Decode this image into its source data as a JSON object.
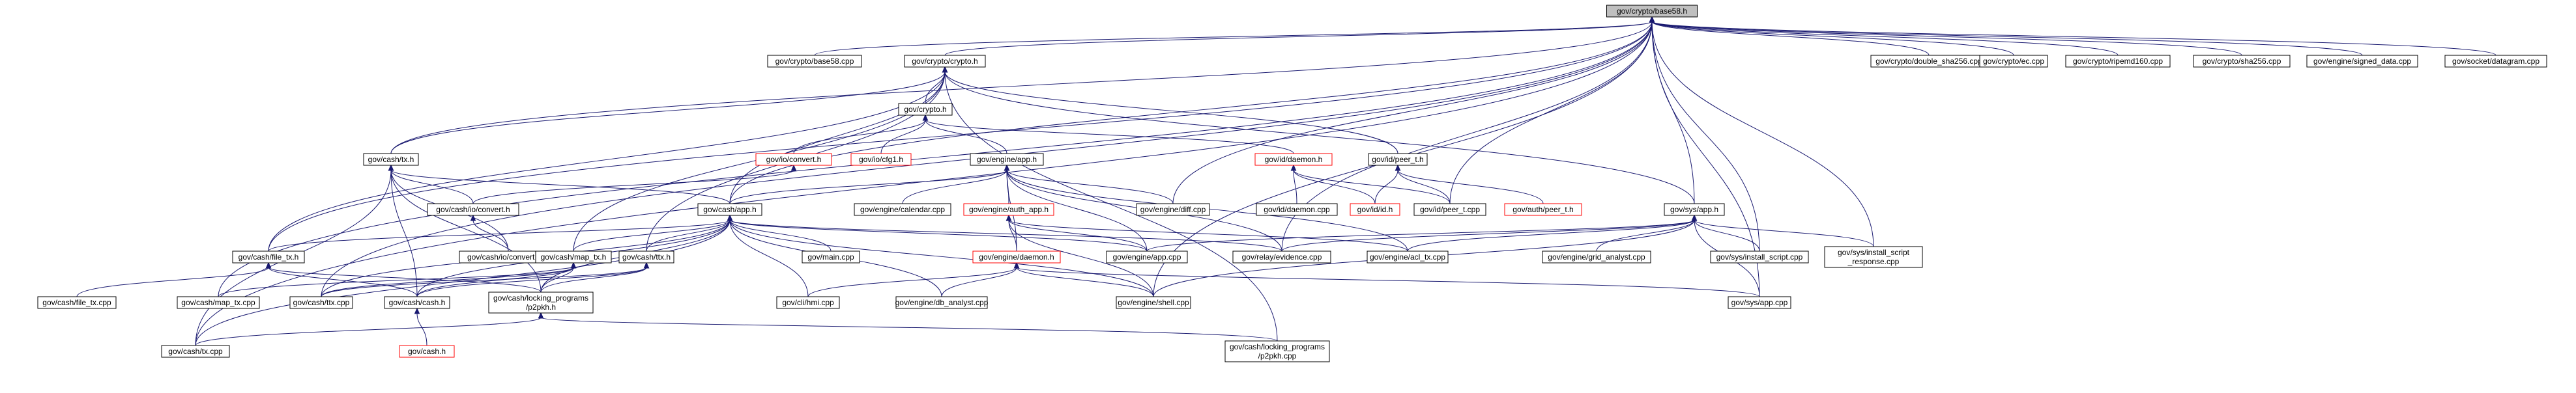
{
  "colors": {
    "edge": "#191970",
    "node_border": "#000000",
    "missing_border": "#ff0000",
    "root_fill": "#bfbfbf",
    "node_fill": "#ffffff"
  },
  "nodes": [
    {
      "id": "root",
      "label": "gov/crypto/base58.h",
      "root": true
    },
    {
      "id": "b58cpp",
      "label": "gov/crypto/base58.cpp"
    },
    {
      "id": "crypto_h",
      "label": "gov/crypto/crypto.h"
    },
    {
      "id": "dsha",
      "label": "gov/crypto/double_sha256.cpp"
    },
    {
      "id": "ec",
      "label": "gov/crypto/ec.cpp"
    },
    {
      "id": "ripemd",
      "label": "gov/crypto/ripemd160.cpp"
    },
    {
      "id": "sha256",
      "label": "gov/crypto/sha256.cpp"
    },
    {
      "id": "signed",
      "label": "gov/engine/signed_data.cpp"
    },
    {
      "id": "dgram",
      "label": "gov/socket/datagram.cpp"
    },
    {
      "id": "crypto2",
      "label": "gov/crypto.h"
    },
    {
      "id": "io_convert",
      "label": "gov/io/convert.h",
      "missing": true
    },
    {
      "id": "io_cfg1",
      "label": "gov/io/cfg1.h",
      "missing": true
    },
    {
      "id": "eng_app",
      "label": "gov/engine/app.h"
    },
    {
      "id": "id_daemon",
      "label": "gov/id/daemon.h",
      "missing": true
    },
    {
      "id": "peer_t",
      "label": "gov/id/peer_t.h"
    },
    {
      "id": "cash_tx_h",
      "label": "gov/cash/tx.h"
    },
    {
      "id": "cash_io_conv",
      "label": "gov/cash/io/convert.h"
    },
    {
      "id": "cash_app",
      "label": "gov/cash/app.h"
    },
    {
      "id": "calendar",
      "label": "gov/engine/calendar.cpp"
    },
    {
      "id": "auth_app",
      "label": "gov/engine/auth_app.h",
      "missing": true
    },
    {
      "id": "diff",
      "label": "gov/engine/diff.cpp"
    },
    {
      "id": "id_daemon_cpp",
      "label": "gov/id/daemon.cpp"
    },
    {
      "id": "id_id",
      "label": "gov/id/id.h",
      "missing": true
    },
    {
      "id": "peer_t_cpp",
      "label": "gov/id/peer_t.cpp"
    },
    {
      "id": "auth_peer",
      "label": "gov/auth/peer_t.h",
      "missing": true
    },
    {
      "id": "sys_app",
      "label": "gov/sys/app.h"
    },
    {
      "id": "file_tx_h",
      "label": "gov/cash/file_tx.h"
    },
    {
      "id": "cash_io_conv_cpp",
      "label": "gov/cash/io/convert.cpp"
    },
    {
      "id": "map_tx_h",
      "label": "gov/cash/map_tx.h"
    },
    {
      "id": "ttx_h",
      "label": "gov/cash/ttx.h"
    },
    {
      "id": "main_cpp",
      "label": "gov/main.cpp"
    },
    {
      "id": "eng_daemon",
      "label": "gov/engine/daemon.h",
      "missing": true
    },
    {
      "id": "eng_app_cpp",
      "label": "gov/engine/app.cpp"
    },
    {
      "id": "relay",
      "label": "gov/relay/evidence.cpp"
    },
    {
      "id": "acl",
      "label": "gov/engine/acl_tx.cpp"
    },
    {
      "id": "grid",
      "label": "gov/engine/grid_analyst.cpp"
    },
    {
      "id": "install",
      "label": "gov/sys/install_script.cpp"
    },
    {
      "id": "install_resp",
      "label": "gov/sys/install_script _response.cpp"
    },
    {
      "id": "file_tx_cpp",
      "label": "gov/cash/file_tx.cpp"
    },
    {
      "id": "map_tx_cpp",
      "label": "gov/cash/map_tx.cpp"
    },
    {
      "id": "ttx_cpp",
      "label": "gov/cash/ttx.cpp"
    },
    {
      "id": "cash_h",
      "label": "gov/cash/cash.h"
    },
    {
      "id": "p2pkh_h",
      "label": "gov/cash/locking_programs /p2pkh.h"
    },
    {
      "id": "cli",
      "label": "gov/cli/hmi.cpp"
    },
    {
      "id": "db_analyst",
      "label": "gov/engine/db_analyst.cpp"
    },
    {
      "id": "shell",
      "label": "gov/engine/shell.cpp"
    },
    {
      "id": "sys_app_cpp",
      "label": "gov/sys/app.cpp"
    },
    {
      "id": "cash_tx_cpp",
      "label": "gov/cash/tx.cpp"
    },
    {
      "id": "p2pkh_cpp",
      "label": "gov/cash/locking_programs /p2pkh.cpp"
    },
    {
      "id": "gov_cash_h",
      "label": "gov/cash.h",
      "missing": true
    }
  ],
  "edges": [
    [
      "root",
      "b58cpp"
    ],
    [
      "root",
      "crypto_h"
    ],
    [
      "root",
      "dsha"
    ],
    [
      "root",
      "ec"
    ],
    [
      "root",
      "ripemd"
    ],
    [
      "root",
      "sha256"
    ],
    [
      "root",
      "signed"
    ],
    [
      "root",
      "dgram"
    ],
    [
      "root",
      "cash_tx_h"
    ],
    [
      "root",
      "cash_app"
    ],
    [
      "root",
      "file_tx_h"
    ],
    [
      "root",
      "ttx_cpp"
    ],
    [
      "root",
      "map_tx_cpp"
    ],
    [
      "root",
      "cash_tx_cpp"
    ],
    [
      "root",
      "diff"
    ],
    [
      "root",
      "peer_t_cpp"
    ],
    [
      "root",
      "sys_app"
    ],
    [
      "root",
      "install"
    ],
    [
      "root",
      "install_resp"
    ],
    [
      "root",
      "sys_app_cpp"
    ],
    [
      "root",
      "shell"
    ],
    [
      "root",
      "relay"
    ],
    [
      "crypto_h",
      "crypto2"
    ],
    [
      "crypto_h",
      "peer_t"
    ],
    [
      "crypto_h",
      "cash_tx_h"
    ],
    [
      "crypto_h",
      "cash_app"
    ],
    [
      "crypto_h",
      "file_tx_h"
    ],
    [
      "crypto_h",
      "map_tx_h"
    ],
    [
      "crypto_h",
      "ttx_h"
    ],
    [
      "crypto_h",
      "sys_app"
    ],
    [
      "crypto_h",
      "p2pkh_cpp"
    ],
    [
      "crypto2",
      "io_convert"
    ],
    [
      "crypto2",
      "io_cfg1"
    ],
    [
      "crypto2",
      "eng_app"
    ],
    [
      "crypto2",
      "id_daemon"
    ],
    [
      "io_convert",
      "cash_io_conv"
    ],
    [
      "eng_app",
      "cash_app"
    ],
    [
      "eng_app",
      "calendar"
    ],
    [
      "eng_app",
      "auth_app"
    ],
    [
      "eng_app",
      "diff"
    ],
    [
      "eng_app",
      "eng_daemon"
    ],
    [
      "eng_app",
      "eng_app_cpp"
    ],
    [
      "eng_app",
      "relay"
    ],
    [
      "eng_app",
      "acl"
    ],
    [
      "id_daemon",
      "id_daemon_cpp"
    ],
    [
      "id_daemon",
      "id_id"
    ],
    [
      "id_daemon",
      "peer_t_cpp"
    ],
    [
      "peer_t",
      "id_id"
    ],
    [
      "peer_t",
      "peer_t_cpp"
    ],
    [
      "peer_t",
      "auth_peer"
    ],
    [
      "cash_tx_h",
      "cash_io_conv"
    ],
    [
      "cash_tx_h",
      "cash_io_conv_cpp"
    ],
    [
      "cash_tx_h",
      "cash_app"
    ],
    [
      "cash_tx_h",
      "cash_h"
    ],
    [
      "cash_tx_h",
      "p2pkh_h"
    ],
    [
      "cash_tx_h",
      "cash_tx_cpp"
    ],
    [
      "cash_io_conv",
      "cash_io_conv_cpp"
    ],
    [
      "cash_app",
      "file_tx_h"
    ],
    [
      "cash_app",
      "map_tx_h"
    ],
    [
      "cash_app",
      "ttx_h"
    ],
    [
      "cash_app",
      "main_cpp"
    ],
    [
      "cash_app",
      "eng_app_cpp"
    ],
    [
      "cash_app",
      "cli"
    ],
    [
      "cash_app",
      "db_analyst"
    ],
    [
      "cash_app",
      "shell"
    ],
    [
      "cash_app",
      "cash_h"
    ],
    [
      "cash_app",
      "p2pkh_h"
    ],
    [
      "cash_app",
      "cash_tx_cpp"
    ],
    [
      "cash_app",
      "ttx_cpp"
    ],
    [
      "cash_app",
      "relay"
    ],
    [
      "auth_app",
      "eng_daemon"
    ],
    [
      "auth_app",
      "eng_app_cpp"
    ],
    [
      "auth_app",
      "acl"
    ],
    [
      "auth_app",
      "shell"
    ],
    [
      "sys_app",
      "eng_app_cpp"
    ],
    [
      "sys_app",
      "relay"
    ],
    [
      "sys_app",
      "acl"
    ],
    [
      "sys_app",
      "grid"
    ],
    [
      "sys_app",
      "install"
    ],
    [
      "sys_app",
      "install_resp"
    ],
    [
      "sys_app",
      "sys_app_cpp"
    ],
    [
      "sys_app",
      "shell"
    ],
    [
      "file_tx_h",
      "file_tx_cpp"
    ],
    [
      "file_tx_h",
      "cash_h"
    ],
    [
      "file_tx_h",
      "p2pkh_h"
    ],
    [
      "map_tx_h",
      "map_tx_cpp"
    ],
    [
      "map_tx_h",
      "cash_h"
    ],
    [
      "map_tx_h",
      "p2pkh_h"
    ],
    [
      "map_tx_h",
      "ttx_cpp"
    ],
    [
      "ttx_h",
      "ttx_cpp"
    ],
    [
      "ttx_h",
      "cash_h"
    ],
    [
      "ttx_h",
      "p2pkh_h"
    ],
    [
      "eng_daemon",
      "cli"
    ],
    [
      "eng_daemon",
      "db_analyst"
    ],
    [
      "eng_daemon",
      "shell"
    ],
    [
      "eng_daemon",
      "sys_app_cpp"
    ],
    [
      "cash_h",
      "gov_cash_h"
    ],
    [
      "p2pkh_h",
      "cash_tx_cpp"
    ],
    [
      "p2pkh_h",
      "p2pkh_cpp"
    ]
  ]
}
